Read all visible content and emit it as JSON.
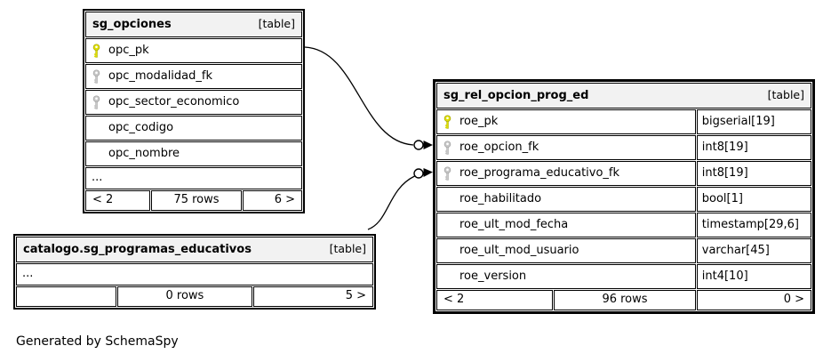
{
  "note": "Generated by SchemaSpy",
  "colors": {
    "primary_key_icon": "#e0e000",
    "foreign_key_icon": "#c8c8c8",
    "header_bg": "#f2f2f2",
    "table_border": "#000000"
  },
  "tables": {
    "sg_opciones": {
      "title": "sg_opciones",
      "badge": "[table]",
      "columns": [
        {
          "name": "opc_pk",
          "key": "primary"
        },
        {
          "name": "opc_modalidad_fk",
          "key": "foreign"
        },
        {
          "name": "opc_sector_economico",
          "key": "foreign"
        },
        {
          "name": "opc_codigo",
          "key": "none"
        },
        {
          "name": "opc_nombre",
          "key": "none"
        }
      ],
      "ellipsis": "...",
      "footer": {
        "parents": "< 2",
        "rows": "75 rows",
        "children": "6 >"
      }
    },
    "sg_rel_opcion_prog_ed": {
      "title": "sg_rel_opcion_prog_ed",
      "badge": "[table]",
      "columns": [
        {
          "name": "roe_pk",
          "type": "bigserial[19]",
          "key": "primary"
        },
        {
          "name": "roe_opcion_fk",
          "type": "int8[19]",
          "key": "foreign"
        },
        {
          "name": "roe_programa_educativo_fk",
          "type": "int8[19]",
          "key": "foreign"
        },
        {
          "name": "roe_habilitado",
          "type": "bool[1]",
          "key": "none"
        },
        {
          "name": "roe_ult_mod_fecha",
          "type": "timestamp[29,6]",
          "key": "none"
        },
        {
          "name": "roe_ult_mod_usuario",
          "type": "varchar[45]",
          "key": "none"
        },
        {
          "name": "roe_version",
          "type": "int4[10]",
          "key": "none"
        }
      ],
      "footer": {
        "parents": "< 2",
        "rows": "96 rows",
        "children": "0 >"
      }
    },
    "catalogo_sg_programas_educativos": {
      "title": "catalogo.sg_programas_educativos",
      "badge": "[table]",
      "ellipsis": "...",
      "footer": {
        "parents": "",
        "rows": "0 rows",
        "children": "5 >"
      }
    }
  },
  "relationships": [
    {
      "from": "sg_opciones.opc_pk",
      "to": "sg_rel_opcion_prog_ed.roe_opcion_fk"
    },
    {
      "from": "catalogo.sg_programas_educativos",
      "to": "sg_rel_opcion_prog_ed.roe_programa_educativo_fk"
    }
  ]
}
